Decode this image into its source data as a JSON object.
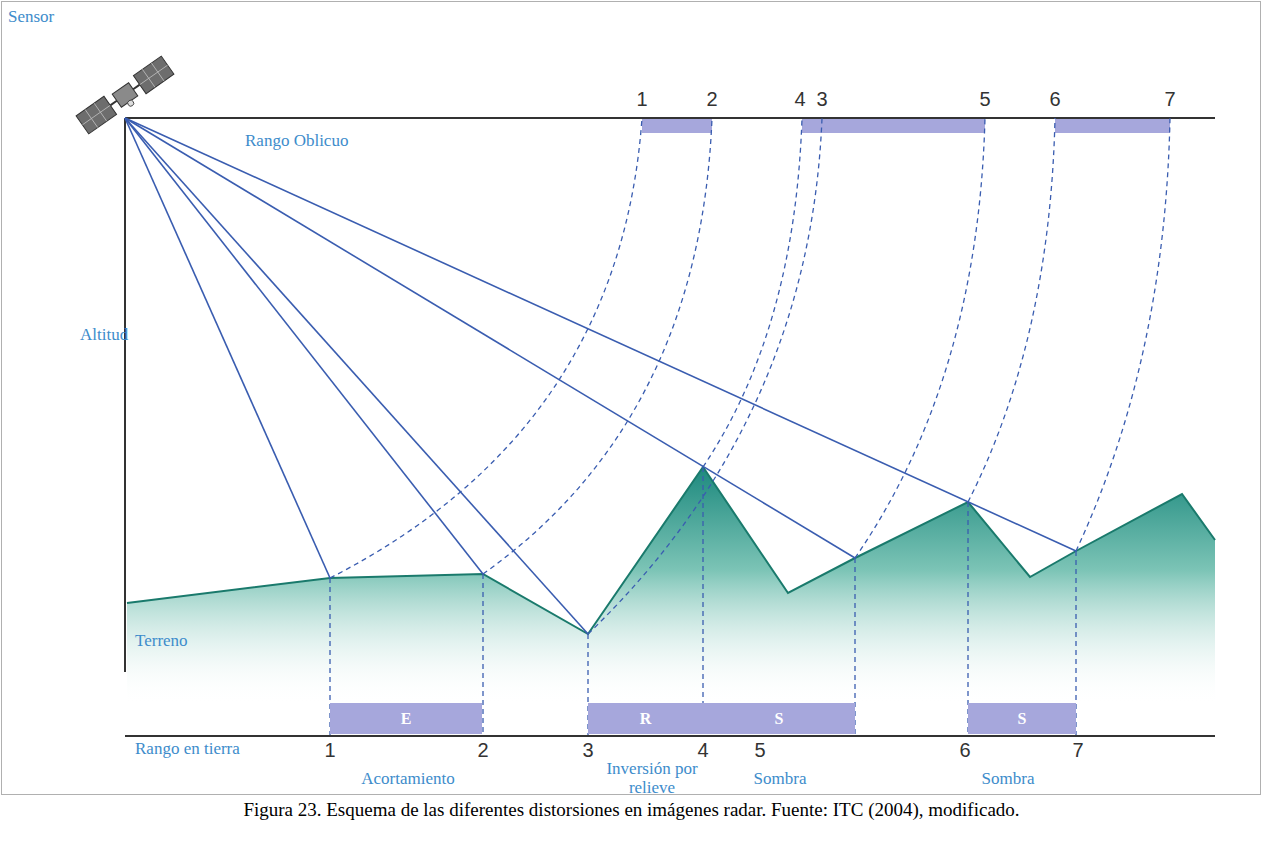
{
  "diagram": {
    "caption": "Figura 23. Esquema de las diferentes distorsiones en imágenes radar. Fuente: ITC (2004), modificado.",
    "nodes": [
      {
        "text": [
          "E"
        ]
      },
      {
        "text": [
          "R"
        ]
      },
      {
        "text": [
          "S"
        ]
      },
      {
        "text": [
          "S"
        ]
      }
    ],
    "labels": [
      "Sensor",
      "Rango Oblicuo",
      "1",
      "2",
      "4",
      "3",
      "5",
      "6",
      "7",
      "Altitud",
      "Terreno",
      "Rango en tierra",
      "1",
      "2",
      "3",
      "4",
      "5",
      "6",
      "7",
      "Acortamiento",
      "Inversión por relieve",
      "Sombra",
      "Sombra"
    ]
  }
}
